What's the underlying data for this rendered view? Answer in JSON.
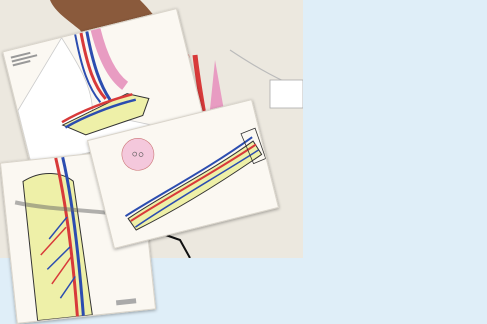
{
  "scene": {
    "background_color": "#dfeef8",
    "artery_color": "#d83a3a",
    "vein_color": "#2c4db0",
    "nerve_color": "#e89cc2",
    "bone_color": "#eef0a8",
    "skin_color": "#fbf8f2"
  },
  "illustrations": [
    {
      "subject": "neck",
      "icon": "neck-vessels-illustration"
    },
    {
      "subject": "leg",
      "icon": "leg-vessels-illustration"
    },
    {
      "subject": "arm",
      "icon": "arm-vessels-illustration"
    },
    {
      "subject": "photo",
      "icon": "finger-pointing-photo"
    }
  ]
}
